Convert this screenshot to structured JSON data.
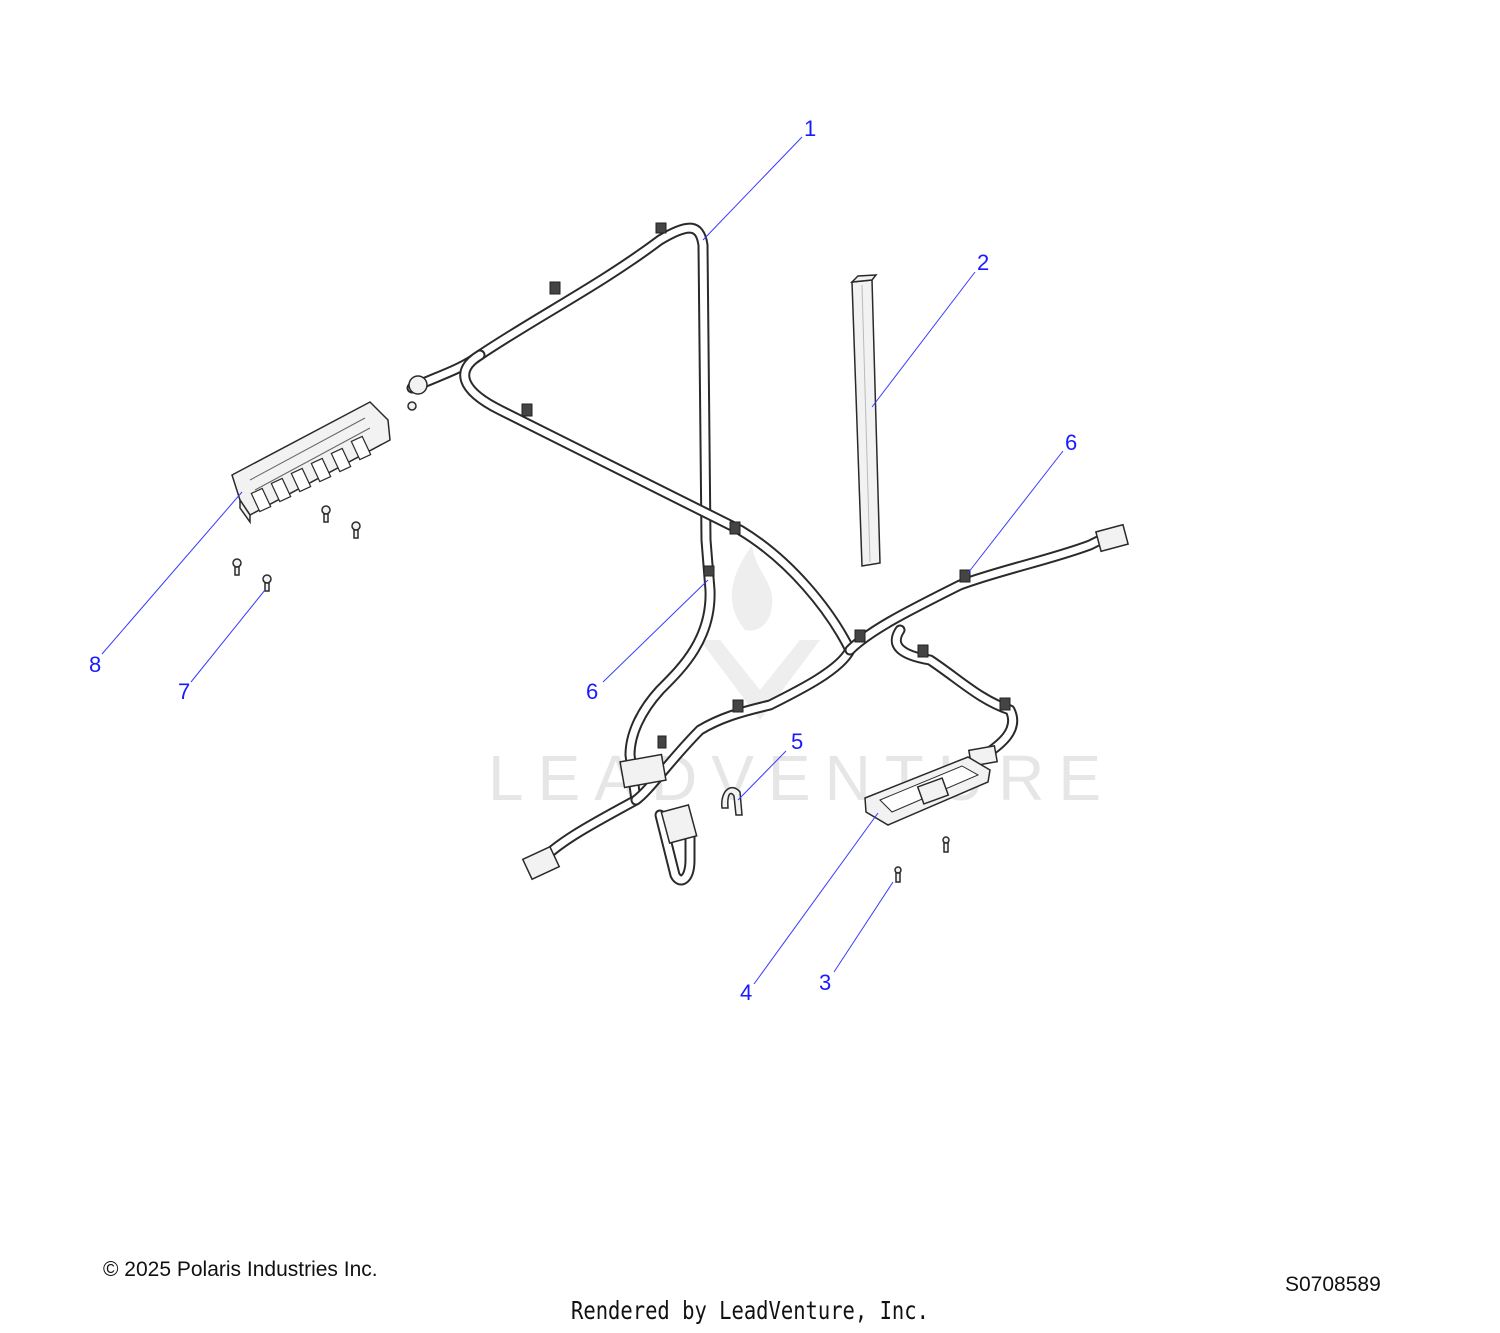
{
  "watermark": {
    "text": "LEADVENTURE"
  },
  "callouts": [
    {
      "id": "callout-1",
      "label": "1",
      "part": "wire-harness"
    },
    {
      "id": "callout-2",
      "label": "2",
      "part": "conduit-tube"
    },
    {
      "id": "callout-6a",
      "label": "6",
      "part": "cable-tie"
    },
    {
      "id": "callout-6b",
      "label": "6",
      "part": "cable-tie"
    },
    {
      "id": "callout-5",
      "label": "5",
      "part": "clip"
    },
    {
      "id": "callout-4",
      "label": "4",
      "part": "bracket-plate"
    },
    {
      "id": "callout-3",
      "label": "3",
      "part": "screw"
    },
    {
      "id": "callout-8",
      "label": "8",
      "part": "fuse-relay-box"
    },
    {
      "id": "callout-7",
      "label": "7",
      "part": "screw"
    }
  ],
  "footer": {
    "copyright": "© 2025 Polaris Industries Inc.",
    "drawing_id": "S0708589",
    "rendered_by": "Rendered by LeadVenture, Inc."
  },
  "colors": {
    "callout": "#1a1aff",
    "line": "#2a2a2a",
    "watermark": "#e6e6e6"
  }
}
